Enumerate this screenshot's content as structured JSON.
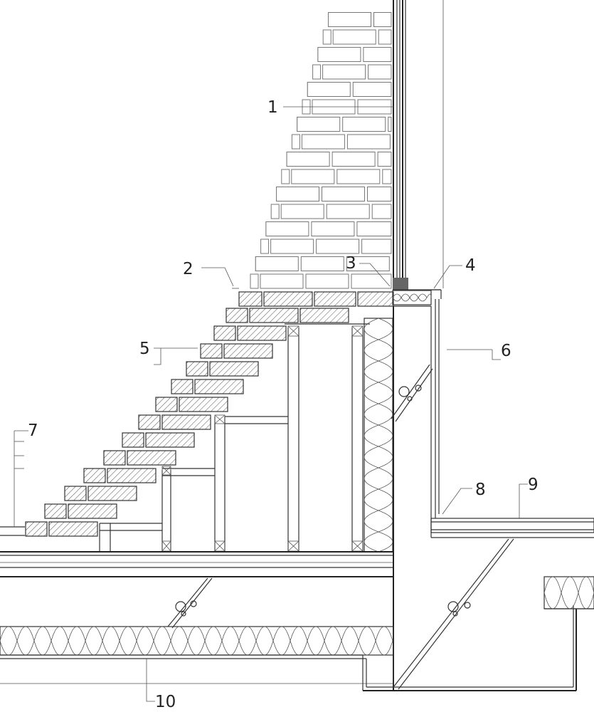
{
  "drawing": {
    "callouts": [
      {
        "label": "1"
      },
      {
        "label": "2"
      },
      {
        "label": "3"
      },
      {
        "label": "4"
      },
      {
        "label": "5"
      },
      {
        "label": "6"
      },
      {
        "label": "7"
      },
      {
        "label": "8"
      },
      {
        "label": "9"
      },
      {
        "label": "10"
      }
    ],
    "colors": {
      "line": "#333333",
      "hatch": "#555555",
      "background": "#ffffff"
    }
  }
}
